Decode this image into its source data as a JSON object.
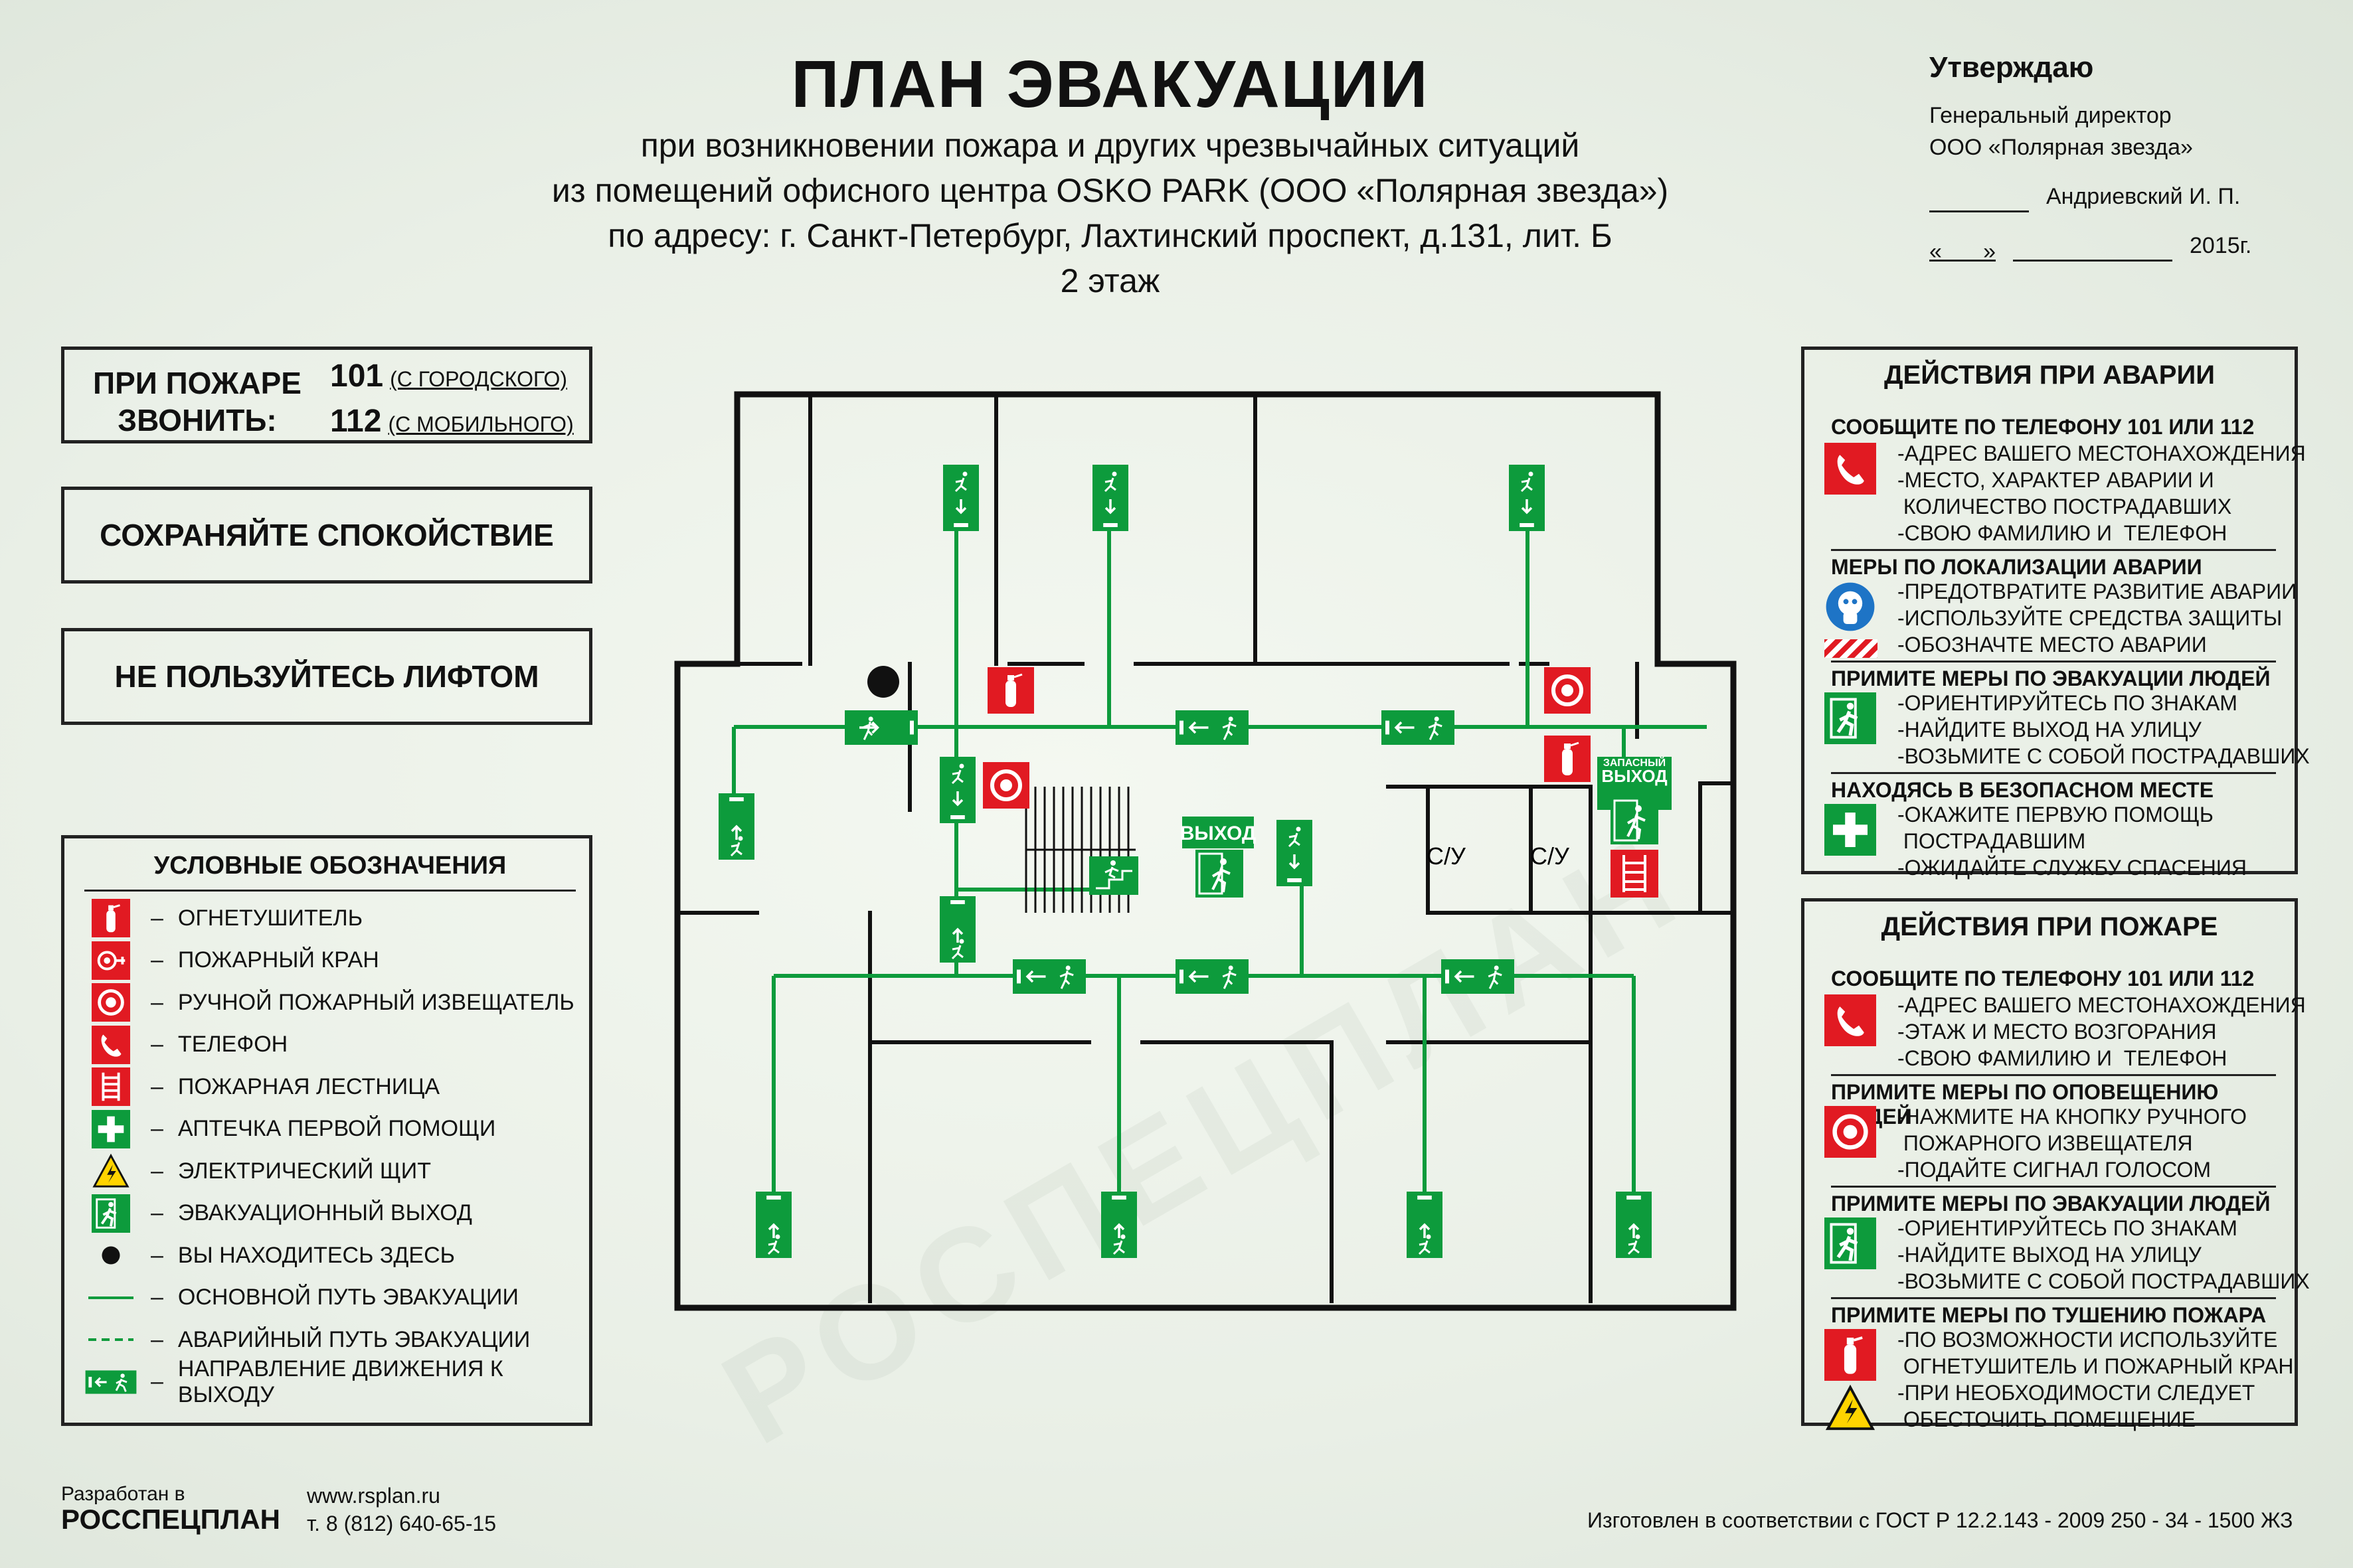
{
  "header": {
    "title": "ПЛАН ЭВАКУАЦИИ",
    "line1": "при возникновении пожара и других чрезвычайных ситуаций",
    "line2": "из помещений офисного центра OSKO PARK (ООО «Полярная звезда»)",
    "line3": "по адресу: г. Санкт-Петербург, Лахтинский проспект, д.131, лит. Б",
    "floor": "2 этаж"
  },
  "approval": {
    "head": "Утверждаю",
    "position1": "Генеральный директор",
    "position2": "ООО «Полярная звезда»",
    "name": "Андриевский И. П.",
    "quote_open": "«",
    "quote_close": "»",
    "year": "2015г."
  },
  "phone_box": {
    "label1": "ПРИ ПОЖАРЕ",
    "label2": "ЗВОНИТЬ:",
    "num1": "101",
    "num1_note": "(С ГОРОДСКОГО)",
    "num2": "112",
    "num2_note": "(С МОБИЛЬНОГО)"
  },
  "keep_calm": "СОХРАНЯЙТЕ  СПОКОЙСТВИЕ",
  "no_lift": "НЕ ПОЛЬЗУЙТЕСЬ ЛИФТОМ",
  "legend": {
    "title": "УСЛОВНЫЕ ОБОЗНАЧЕНИЯ",
    "dash": "–",
    "items": [
      {
        "icon": "fire-extinguisher-icon",
        "label": "ОГНЕТУШИТЕЛЬ"
      },
      {
        "icon": "fire-hose-icon",
        "label": "ПОЖАРНЫЙ КРАН"
      },
      {
        "icon": "fire-alarm-call-point-icon",
        "label": "РУЧНОЙ ПОЖАРНЫЙ ИЗВЕЩАТЕЛЬ"
      },
      {
        "icon": "telephone-icon",
        "label": "ТЕЛЕФОН"
      },
      {
        "icon": "fire-ladder-icon",
        "label": "ПОЖАРНАЯ ЛЕСТНИЦА"
      },
      {
        "icon": "first-aid-icon",
        "label": "АПТЕЧКА ПЕРВОЙ ПОМОЩИ"
      },
      {
        "icon": "electric-panel-icon",
        "label": "ЭЛЕКТРИЧЕСКИЙ ЩИТ"
      },
      {
        "icon": "emergency-exit-icon",
        "label": "ЭВАКУАЦИОННЫЙ ВЫХОД"
      },
      {
        "icon": "you-are-here-icon",
        "label": "ВЫ НАХОДИТЕСЬ ЗДЕСЬ"
      },
      {
        "icon": "main-route-line-icon",
        "label": "ОСНОВНОЙ ПУТЬ ЭВАКУАЦИИ"
      },
      {
        "icon": "emergency-route-line-icon",
        "label": "АВАРИЙНЫЙ ПУТЬ ЭВАКУАЦИИ"
      },
      {
        "icon": "exit-direction-icon",
        "label": "НАПРАВЛЕНИЕ ДВИЖЕНИЯ К ВЫХОДУ"
      }
    ]
  },
  "plan": {
    "exit_label": "ВЫХОД",
    "spare_exit_line1": "ЗАПАСНЫЙ",
    "spare_exit_line2": "ВЫХОД",
    "wc1": "С/У",
    "wc2": "С/У"
  },
  "accident": {
    "title": "ДЕЙСТВИЯ ПРИ АВАРИИ",
    "s1": "СООБЩИТЕ ПО ТЕЛЕФОНУ  101 ИЛИ 112",
    "s1_lines": [
      "-АДРЕС ВАШЕГО МЕСТОНАХОЖДЕНИЯ",
      "-МЕСТО, ХАРАКТЕР АВАРИИ И",
      " КОЛИЧЕСТВО ПОСТРАДАВШИХ",
      "-СВОЮ ФАМИЛИЮ И  ТЕЛЕФОН"
    ],
    "s2": "МЕРЫ ПО ЛОКАЛИЗАЦИИ АВАРИИ",
    "s2_lines": [
      "-ПРЕДОТВРАТИТЕ РАЗВИТИЕ АВАРИИ",
      "-ИСПОЛЬЗУЙТЕ СРЕДСТВА ЗАЩИТЫ",
      "-ОБОЗНАЧТЕ МЕСТО АВАРИИ"
    ],
    "s3": "ПРИМИТЕ МЕРЫ ПО ЭВАКУАЦИИ ЛЮДЕЙ",
    "s3_lines": [
      "-ОРИЕНТИРУЙТЕСЬ ПО ЗНАКАМ",
      "-НАЙДИТЕ ВЫХОД НА УЛИЦУ",
      "-ВОЗЬМИТЕ С СОБОЙ ПОСТРАДАВШИХ"
    ],
    "s4": "НАХОДЯСЬ В БЕЗОПАСНОМ МЕСТЕ",
    "s4_lines": [
      "-ОКАЖИТЕ ПЕРВУЮ ПОМОЩЬ",
      " ПОСТРАДАВШИМ",
      "-ОЖИДАЙТЕ СЛУЖБУ СПАСЕНИЯ"
    ]
  },
  "fire": {
    "title": "ДЕЙСТВИЯ ПРИ ПОЖАРЕ",
    "s1": "СООБЩИТЕ ПО ТЕЛЕФОНУ  101 ИЛИ 112",
    "s1_lines": [
      "-АДРЕС ВАШЕГО МЕСТОНАХОЖДЕНИЯ",
      "-ЭТАЖ И МЕСТО ВОЗГОРАНИЯ",
      "-СВОЮ ФАМИЛИЮ И  ТЕЛЕФОН"
    ],
    "s2": "ПРИМИТЕ МЕРЫ ПО ОПОВЕЩЕНИЮ ЛЮДЕЙ",
    "s2_lines": [
      "-НАЖМИТЕ НА КНОПКУ РУЧНОГО",
      " ПОЖАРНОГО ИЗВЕЩАТЕЛЯ",
      "-ПОДАЙТЕ СИГНАЛ ГОЛОСОМ"
    ],
    "s3": "ПРИМИТЕ МЕРЫ ПО ЭВАКУАЦИИ ЛЮДЕЙ",
    "s3_lines": [
      "-ОРИЕНТИРУЙТЕСЬ ПО ЗНАКАМ",
      "-НАЙДИТЕ ВЫХОД НА УЛИЦУ",
      "-ВОЗЬМИТЕ С СОБОЙ ПОСТРАДАВШИХ"
    ],
    "s4": "ПРИМИТЕ МЕРЫ ПО ТУШЕНИЮ ПОЖАРА",
    "s4_lines": [
      "-ПО ВОЗМОЖНОСТИ ИСПОЛЬЗУЙТЕ",
      " ОГНЕТУШИТЕЛЬ И ПОЖАРНЫЙ КРАН",
      "-ПРИ НЕОБХОДИМОСТИ СЛЕДУЕТ",
      " ОБЕСТОЧИТЬ ПОМЕЩЕНИЕ"
    ]
  },
  "footer": {
    "dev_by": "Разработан в",
    "company": "РОССПЕЦПЛАН",
    "site": "www.rsplan.ru",
    "phone": "т. 8 (812) 640-65-15",
    "gost": "Изготовлен в соответствии с ГОСТ Р 12.2.143 - 2009 250 - 34 - 1500 ЖЗ"
  },
  "watermark": "РОСПЕЦПЛАН",
  "colors": {
    "green": "#0d9b3c",
    "red": "#e11a22",
    "wall": "#111111",
    "background": "#eef3eb"
  }
}
